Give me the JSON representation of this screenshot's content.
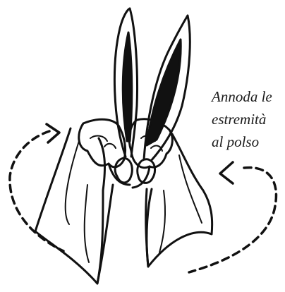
{
  "annotation": {
    "lines": [
      "Annoda le",
      "estremità",
      "al polso"
    ]
  },
  "colors": {
    "ink": "#111111",
    "background": "#ffffff"
  }
}
